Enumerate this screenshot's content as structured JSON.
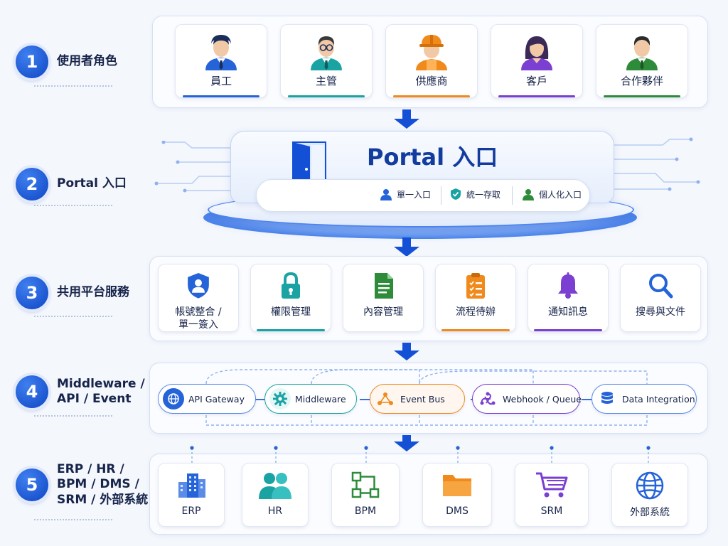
{
  "steps": [
    {
      "num": "1",
      "label": "使用者角色"
    },
    {
      "num": "2",
      "label": "Portal 入口"
    },
    {
      "num": "3",
      "label": "共用平台服務"
    },
    {
      "num": "4",
      "label_lines": [
        "Middleware /",
        "API / Event"
      ]
    },
    {
      "num": "5",
      "label_lines": [
        "ERP / HR /",
        "BPM / DMS /",
        "SRM / 外部系統"
      ]
    }
  ],
  "roles": [
    {
      "label": "員工",
      "icon": "employee-icon",
      "color": "#2563d9"
    },
    {
      "label": "主管",
      "icon": "manager-icon",
      "color": "#1aa3a3"
    },
    {
      "label": "供應商",
      "icon": "supplier-icon",
      "color": "#f08a1c"
    },
    {
      "label": "客戶",
      "icon": "customer-icon",
      "color": "#7b3fd1"
    },
    {
      "label": "合作夥伴",
      "icon": "partner-icon",
      "color": "#2e8b3a"
    }
  ],
  "portal": {
    "title": "Portal 入口",
    "features": [
      {
        "label": "單一入口",
        "icon": "user-icon"
      },
      {
        "label": "統一存取",
        "icon": "shield-check-icon"
      },
      {
        "label": "個人化入口",
        "icon": "person-icon"
      }
    ]
  },
  "services": [
    {
      "label_lines": [
        "帳號整合 /",
        "單一簽入"
      ],
      "icon": "shield-user-icon",
      "color": "#2563d9"
    },
    {
      "label_lines": [
        "權限管理"
      ],
      "icon": "lock-icon",
      "color": "#1aa3a3"
    },
    {
      "label_lines": [
        "內容管理"
      ],
      "icon": "document-icon",
      "color": "#2e8b3a"
    },
    {
      "label_lines": [
        "流程待辦"
      ],
      "icon": "checklist-icon",
      "color": "#f08a1c"
    },
    {
      "label_lines": [
        "通知訊息"
      ],
      "icon": "bell-icon",
      "color": "#7b3fd1"
    },
    {
      "label_lines": [
        "搜尋與文件"
      ],
      "icon": "search-icon",
      "color": "#2563d9"
    }
  ],
  "middleware": [
    {
      "label": "API Gateway",
      "icon": "globe-icon",
      "color": "#2563d9"
    },
    {
      "label": "Middleware",
      "icon": "gear-icon",
      "color": "#1aa3a3"
    },
    {
      "label": "Event Bus",
      "icon": "nodes-icon",
      "color": "#f08a1c"
    },
    {
      "label": "Webhook / Queue",
      "icon": "webhook-icon",
      "color": "#7b3fd1"
    },
    {
      "label": "Data Integration",
      "icon": "database-icon",
      "color": "#2563d9"
    }
  ],
  "systems": [
    {
      "label": "ERP",
      "icon": "building-icon",
      "color": "#2563d9"
    },
    {
      "label": "HR",
      "icon": "people-icon",
      "color": "#1aa3a3"
    },
    {
      "label": "BPM",
      "icon": "flowchart-icon",
      "color": "#2e8b3a"
    },
    {
      "label": "DMS",
      "icon": "folder-icon",
      "color": "#f08a1c"
    },
    {
      "label": "SRM",
      "icon": "cart-icon",
      "color": "#7b3fd1"
    },
    {
      "label": "外部系統",
      "icon": "globe-icon",
      "color": "#2563d9"
    }
  ]
}
